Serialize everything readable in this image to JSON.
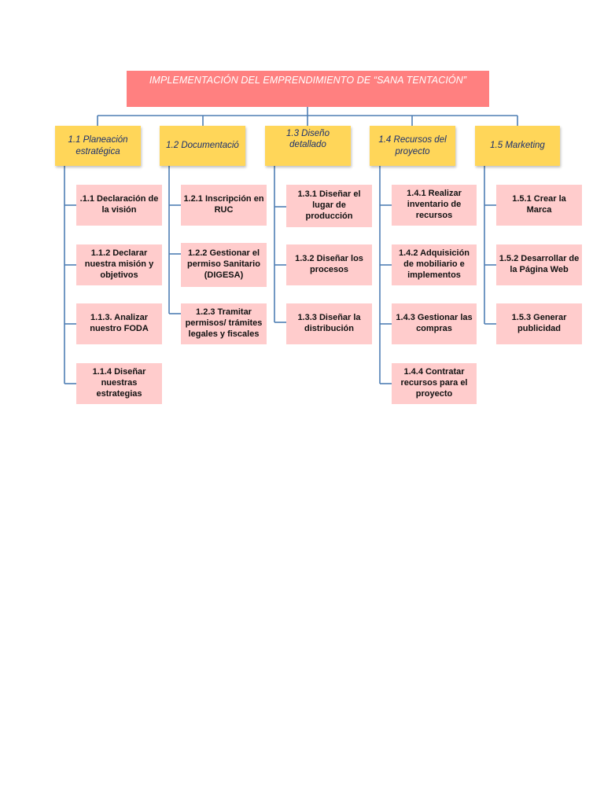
{
  "root": {
    "label": "IMPLEMENTACIÓN DEL EMPRENDIMIENTO DE “SANA TENTACIÓN”"
  },
  "branches": [
    {
      "label": "1.1 Planeación estratégica",
      "items": [
        ".1.1 Declaración de la visión",
        "1.1.2 Declarar nuestra  misión y objetivos",
        "1.1.3. Analizar nuestro FODA",
        "1.1.4 Diseñar nuestras estrategias"
      ]
    },
    {
      "label": "1.2 Documentació",
      "items": [
        "1.2.1 Inscripción en RUC",
        "1.2.2 Gestionar el permiso Sanitario (DIGESA)",
        "1.2.3 Tramitar permisos/ trámites legales y fiscales"
      ]
    },
    {
      "label": "1.3 Diseño detallado",
      "items": [
        "1.3.1 Diseñar el lugar de producción",
        "1.3.2 Diseñar los procesos",
        "1.3.3 Diseñar  la distribución"
      ]
    },
    {
      "label": "1.4 Recursos del proyecto",
      "items": [
        "1.4.1 Realizar inventario de recursos",
        "1.4.2  Adquisición de  mobiliario e implementos",
        "1.4.3 Gestionar las compras",
        "1.4.4 Contratar recursos para el proyecto"
      ]
    },
    {
      "label": "1.5 Marketing",
      "items": [
        "1.5.1 Crear la Marca",
        "1.5.2 Desarrollar de la Página Web",
        "1.5.3 Generar publicidad"
      ]
    }
  ],
  "colors": {
    "root_fill": "#ff8080",
    "root_text": "#ffffff",
    "branch_fill": "#ffd659",
    "branch_text": "#1a2f6e",
    "item_fill": "#ffcccc",
    "item_text": "#111111",
    "connector": "#4f7fb4"
  }
}
